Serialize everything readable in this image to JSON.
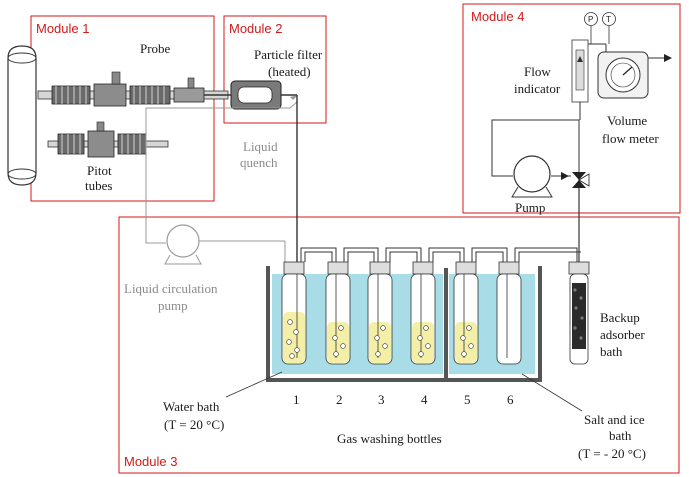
{
  "modules": {
    "m1": "Module 1",
    "m2": "Module 2",
    "m3": "Module 3",
    "m4": "Module 4"
  },
  "labels": {
    "probe": "Probe",
    "pitot_1": "Pitot",
    "pitot_2": "tubes",
    "filter_1": "Particle filter",
    "filter_2": "(heated)",
    "quench_1": "Liquid",
    "quench_2": "quench",
    "flow_ind_1": "Flow",
    "flow_ind_2": "indicator",
    "vol_1": "Volume",
    "vol_2": "flow meter",
    "pump": "Pump",
    "circ_1": "Liquid circulation",
    "circ_2": "pump",
    "backup_1": "Backup",
    "backup_2": "adsorber",
    "backup_3": "bath",
    "water_1": "Water bath",
    "water_2": "(T = 20 °C)",
    "gas_washing": "Gas washing bottles",
    "salt_1": "Salt and ice",
    "salt_2": "bath",
    "salt_3": "(T = - 20 °C)",
    "gauge_p": "P",
    "gauge_t": "T"
  },
  "bottle_numbers": [
    "1",
    "2",
    "3",
    "4",
    "5",
    "6"
  ],
  "colors": {
    "module_border": "#d11a1a",
    "bath_water": "#a8dce6",
    "liquid_yellow": "#f4efa6",
    "grey_line": "#9a9a9a",
    "line": "#333333"
  }
}
